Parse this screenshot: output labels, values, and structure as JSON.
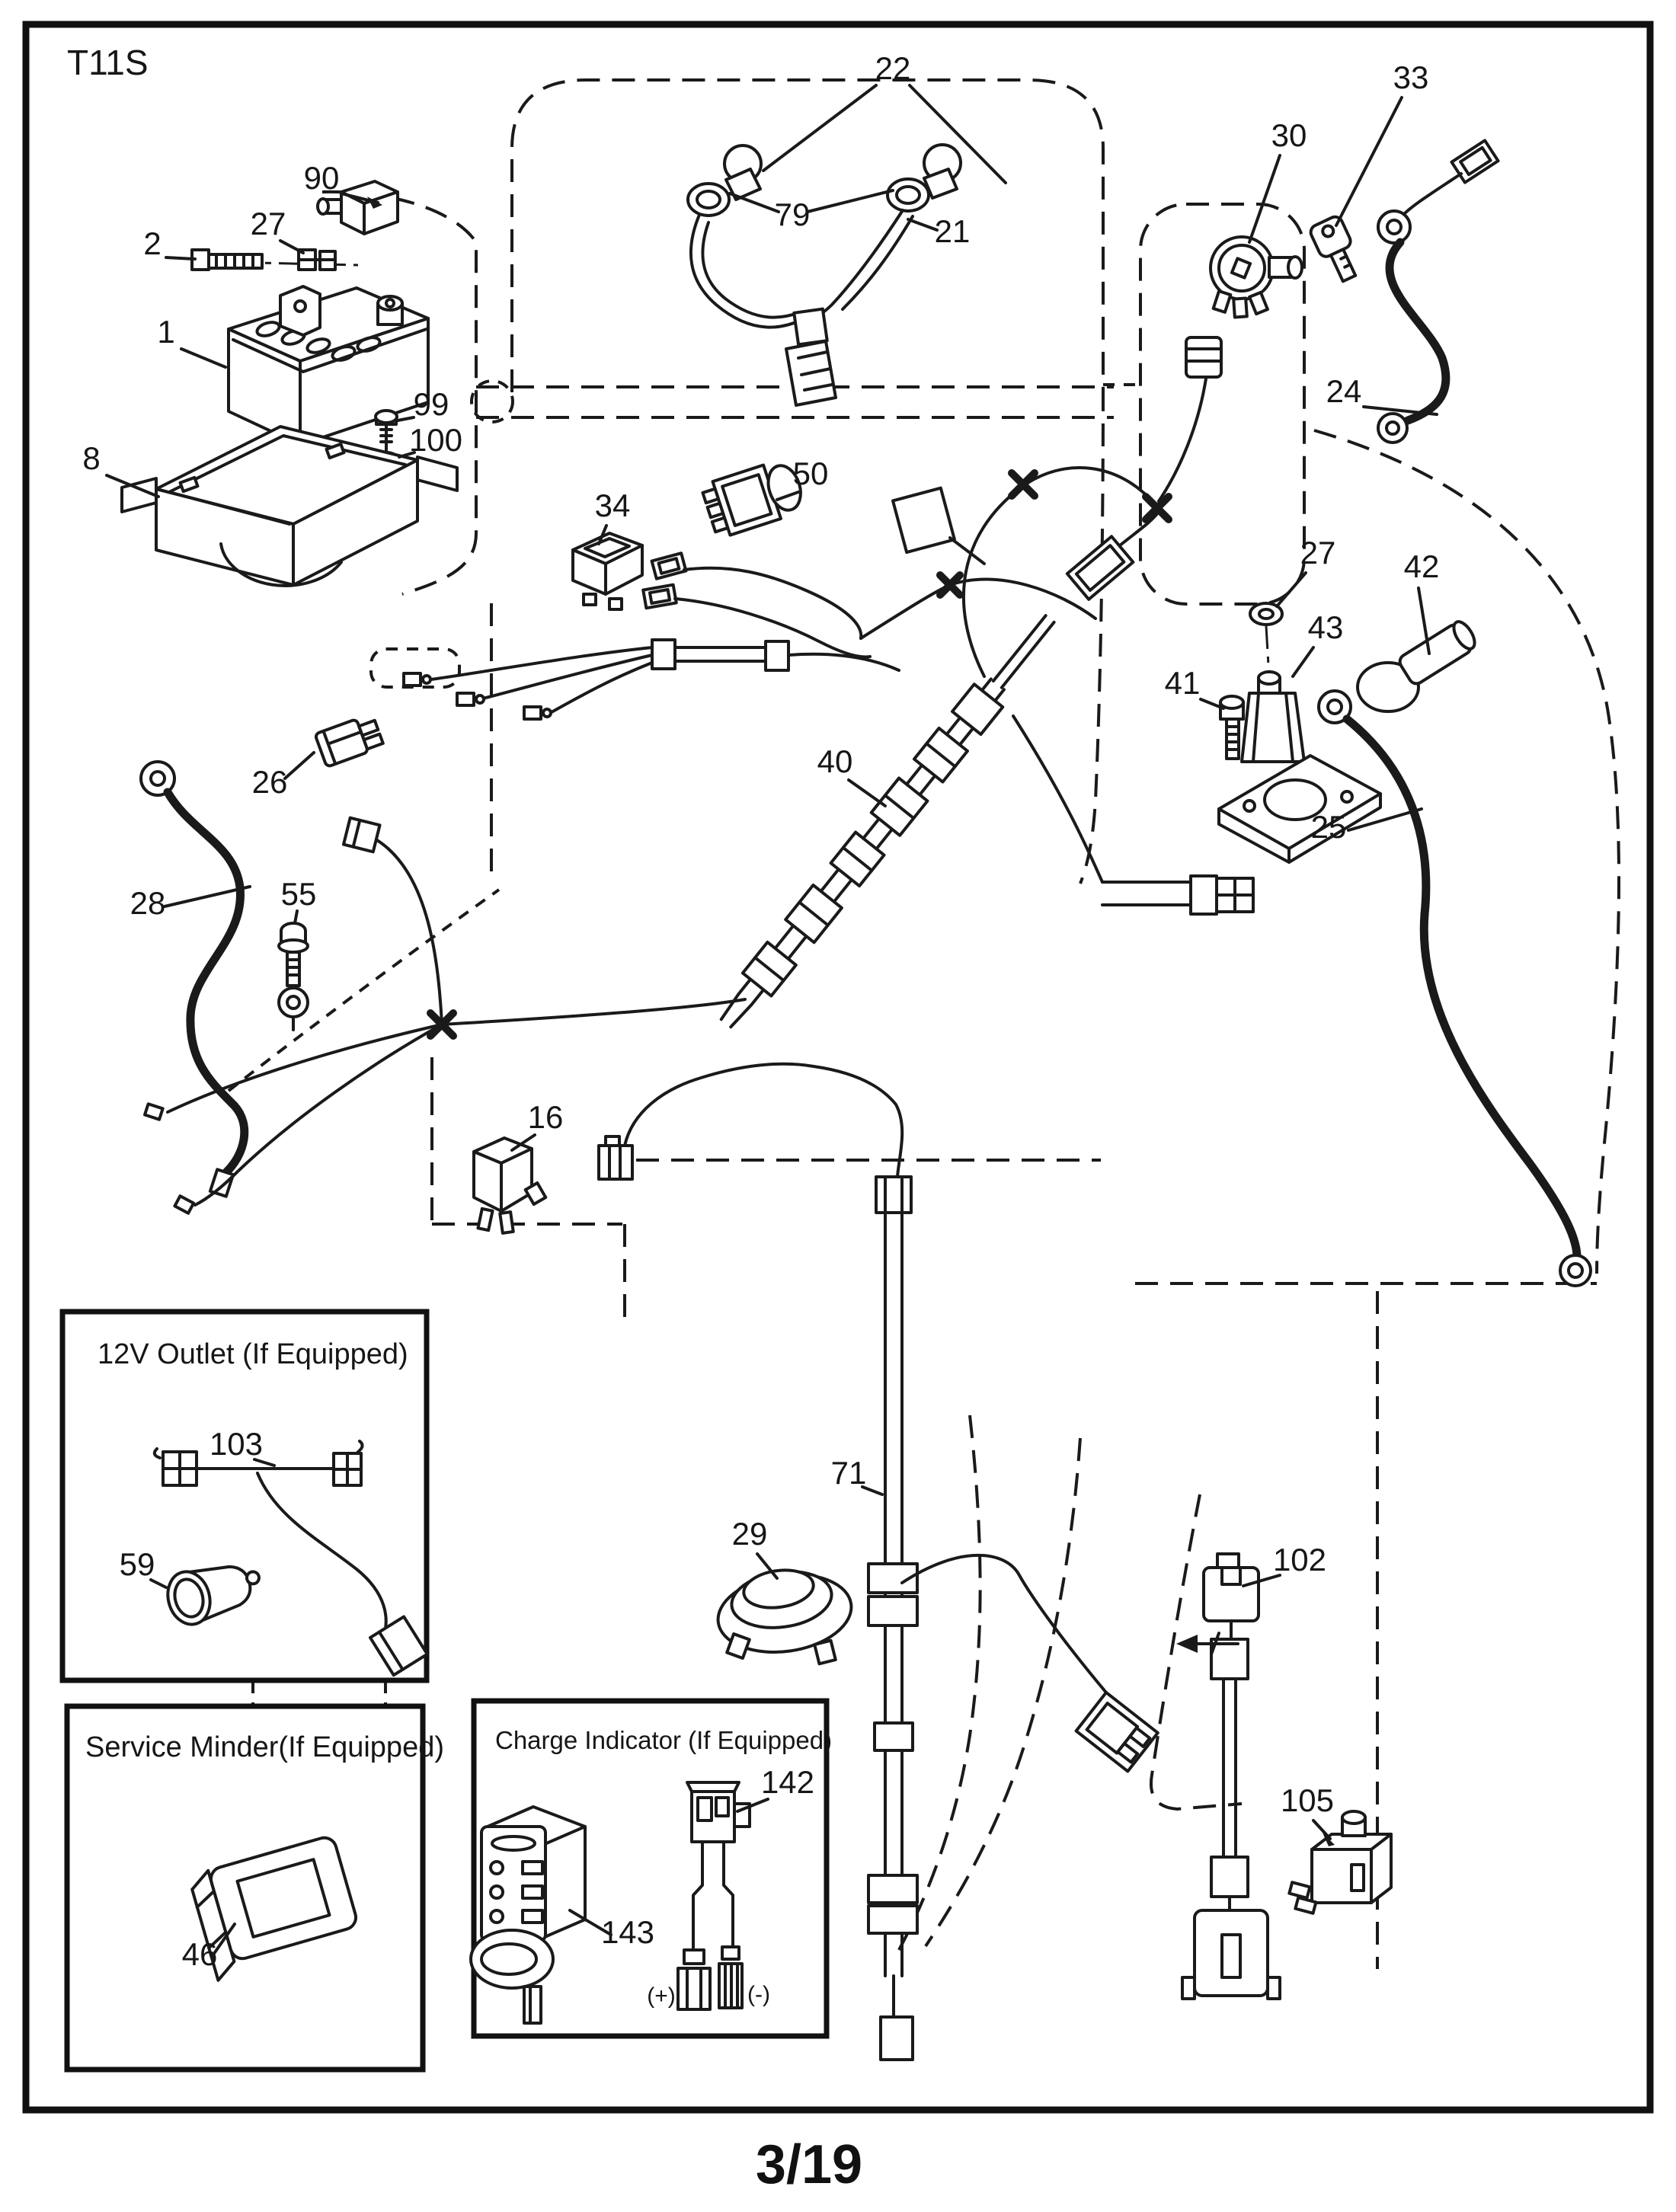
{
  "page": {
    "model_code": "T11S",
    "page_number": "3/19"
  },
  "callouts": [
    {
      "label": "90"
    },
    {
      "label": "2"
    },
    {
      "label": "27"
    },
    {
      "label": "1"
    },
    {
      "label": "99"
    },
    {
      "label": "100"
    },
    {
      "label": "8"
    },
    {
      "label": "22"
    },
    {
      "label": "79"
    },
    {
      "label": "21"
    },
    {
      "label": "30"
    },
    {
      "label": "33"
    },
    {
      "label": "24"
    },
    {
      "label": "34"
    },
    {
      "label": "50"
    },
    {
      "label": "27"
    },
    {
      "label": "42"
    },
    {
      "label": "43"
    },
    {
      "label": "41"
    },
    {
      "label": "25"
    },
    {
      "label": "40"
    },
    {
      "label": "26"
    },
    {
      "label": "28"
    },
    {
      "label": "55"
    },
    {
      "label": "16"
    },
    {
      "label": "71"
    },
    {
      "label": "29"
    },
    {
      "label": "102"
    },
    {
      "label": "105"
    },
    {
      "label": "103"
    },
    {
      "label": "59"
    },
    {
      "label": "46"
    },
    {
      "label": "142"
    },
    {
      "label": "143"
    }
  ],
  "insets": {
    "outlet": {
      "title": "12V Outlet (If Equipped)"
    },
    "service_minder": {
      "title": "Service Minder(If Equipped)"
    },
    "charge_indicator": {
      "title": "Charge Indicator (If Equipped)",
      "positive": "(+)",
      "negative": "(-)"
    }
  }
}
